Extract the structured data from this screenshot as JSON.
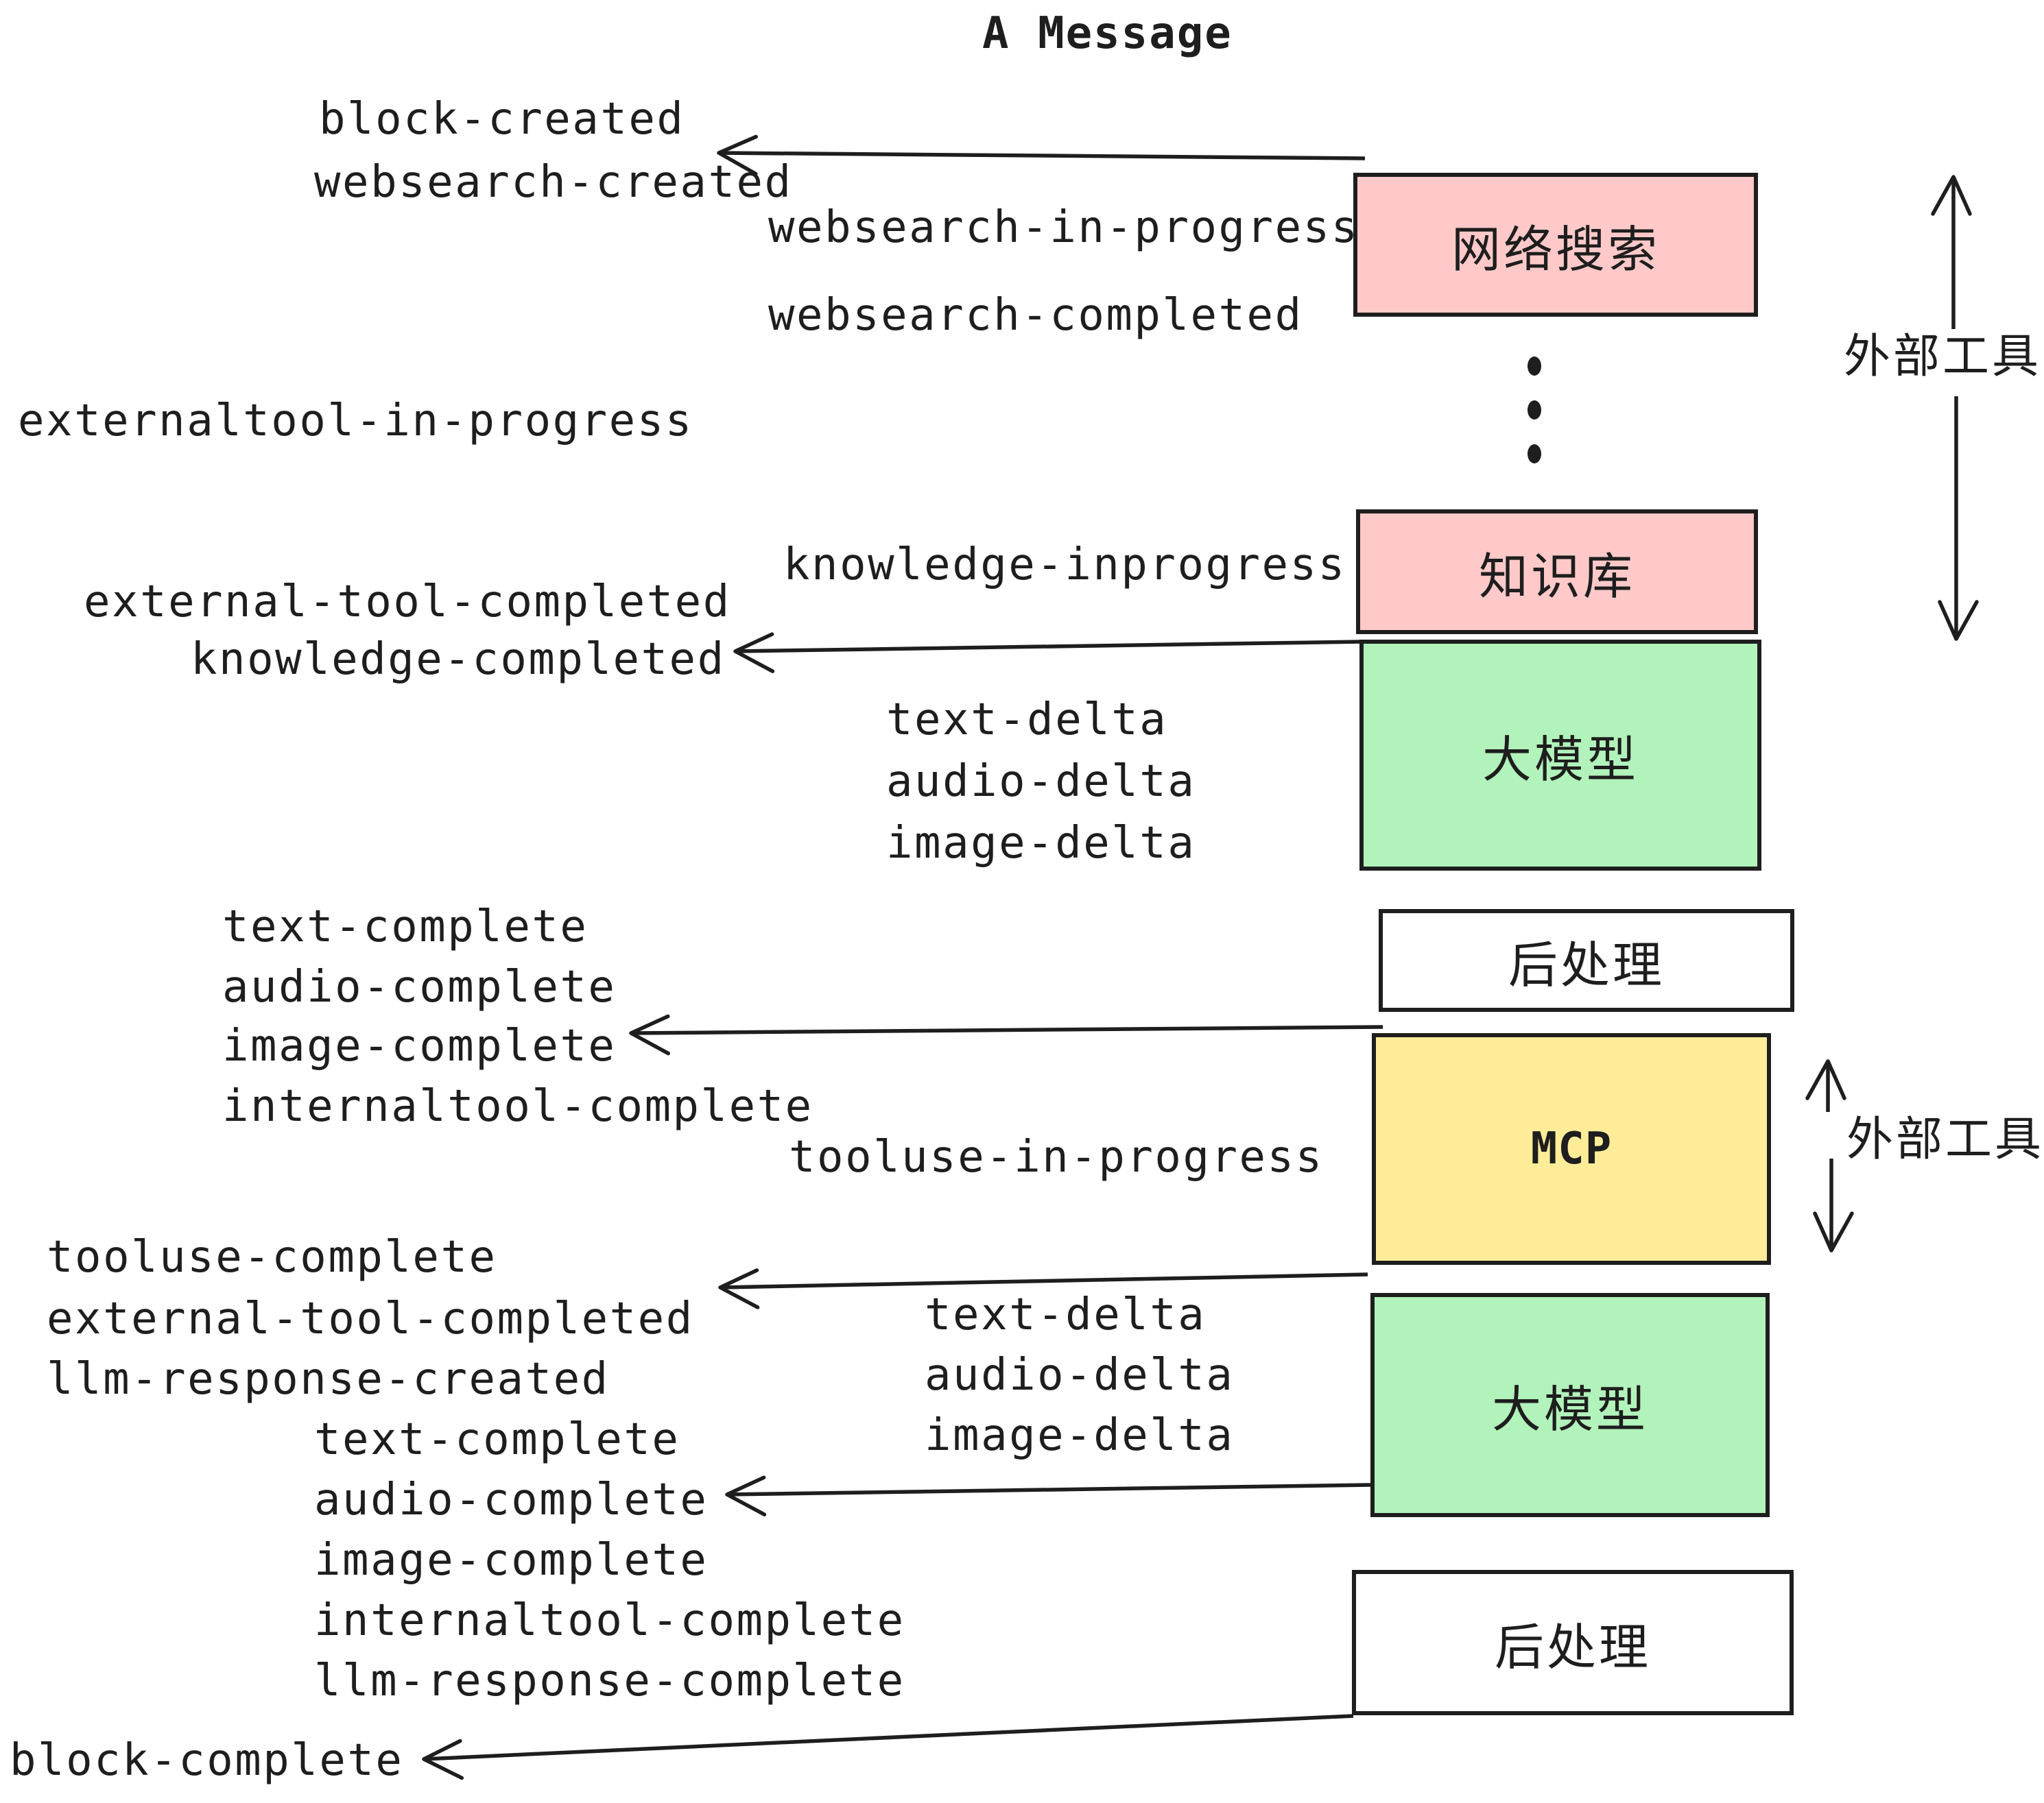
{
  "title": "A Message",
  "colors": {
    "pink": "#ffc9c9",
    "green": "#b2f2bb",
    "yellow": "#ffec99",
    "white": "#ffffff",
    "stroke": "#1e1e1e"
  },
  "boxes": {
    "websearch": {
      "label": "网络搜索"
    },
    "knowledge": {
      "label": "知识库"
    },
    "llm1": {
      "label": "大模型"
    },
    "post1": {
      "label": "后处理"
    },
    "mcp": {
      "label": "MCP"
    },
    "llm2": {
      "label": "大模型"
    },
    "post2": {
      "label": "后处理"
    }
  },
  "side_labels": {
    "external_tool_upper": "外部工具",
    "external_tool_lower": "外部工具"
  },
  "events": {
    "block_created": "block-created",
    "websearch_created": "websearch-created",
    "websearch_in_progress": "websearch-in-progress",
    "websearch_completed": "websearch-completed",
    "externaltool_in_progress": "externaltool-in-progress",
    "knowledge_inprogress": "knowledge-inprogress",
    "external_tool_completed_1": "external-tool-completed",
    "knowledge_completed": "knowledge-completed",
    "text_delta_1": "text-delta",
    "audio_delta_1": "audio-delta",
    "image_delta_1": "image-delta",
    "text_complete_1": "text-complete",
    "audio_complete_1": "audio-complete",
    "image_complete_1": "image-complete",
    "internaltool_complete_1": "internaltool-complete",
    "tooluse_in_progress": "tooluse-in-progress",
    "tooluse_complete": "tooluse-complete",
    "external_tool_completed_2": "external-tool-completed",
    "llm_response_created": "llm-response-created",
    "text_delta_2": "text-delta",
    "audio_delta_2": "audio-delta",
    "image_delta_2": "image-delta",
    "text_complete_2": "text-complete",
    "audio_complete_2": "audio-complete",
    "image_complete_2": "image-complete",
    "internaltool_complete_2": "internaltool-complete",
    "llm_response_complete": "llm-response-complete",
    "block_complete": "block-complete"
  }
}
